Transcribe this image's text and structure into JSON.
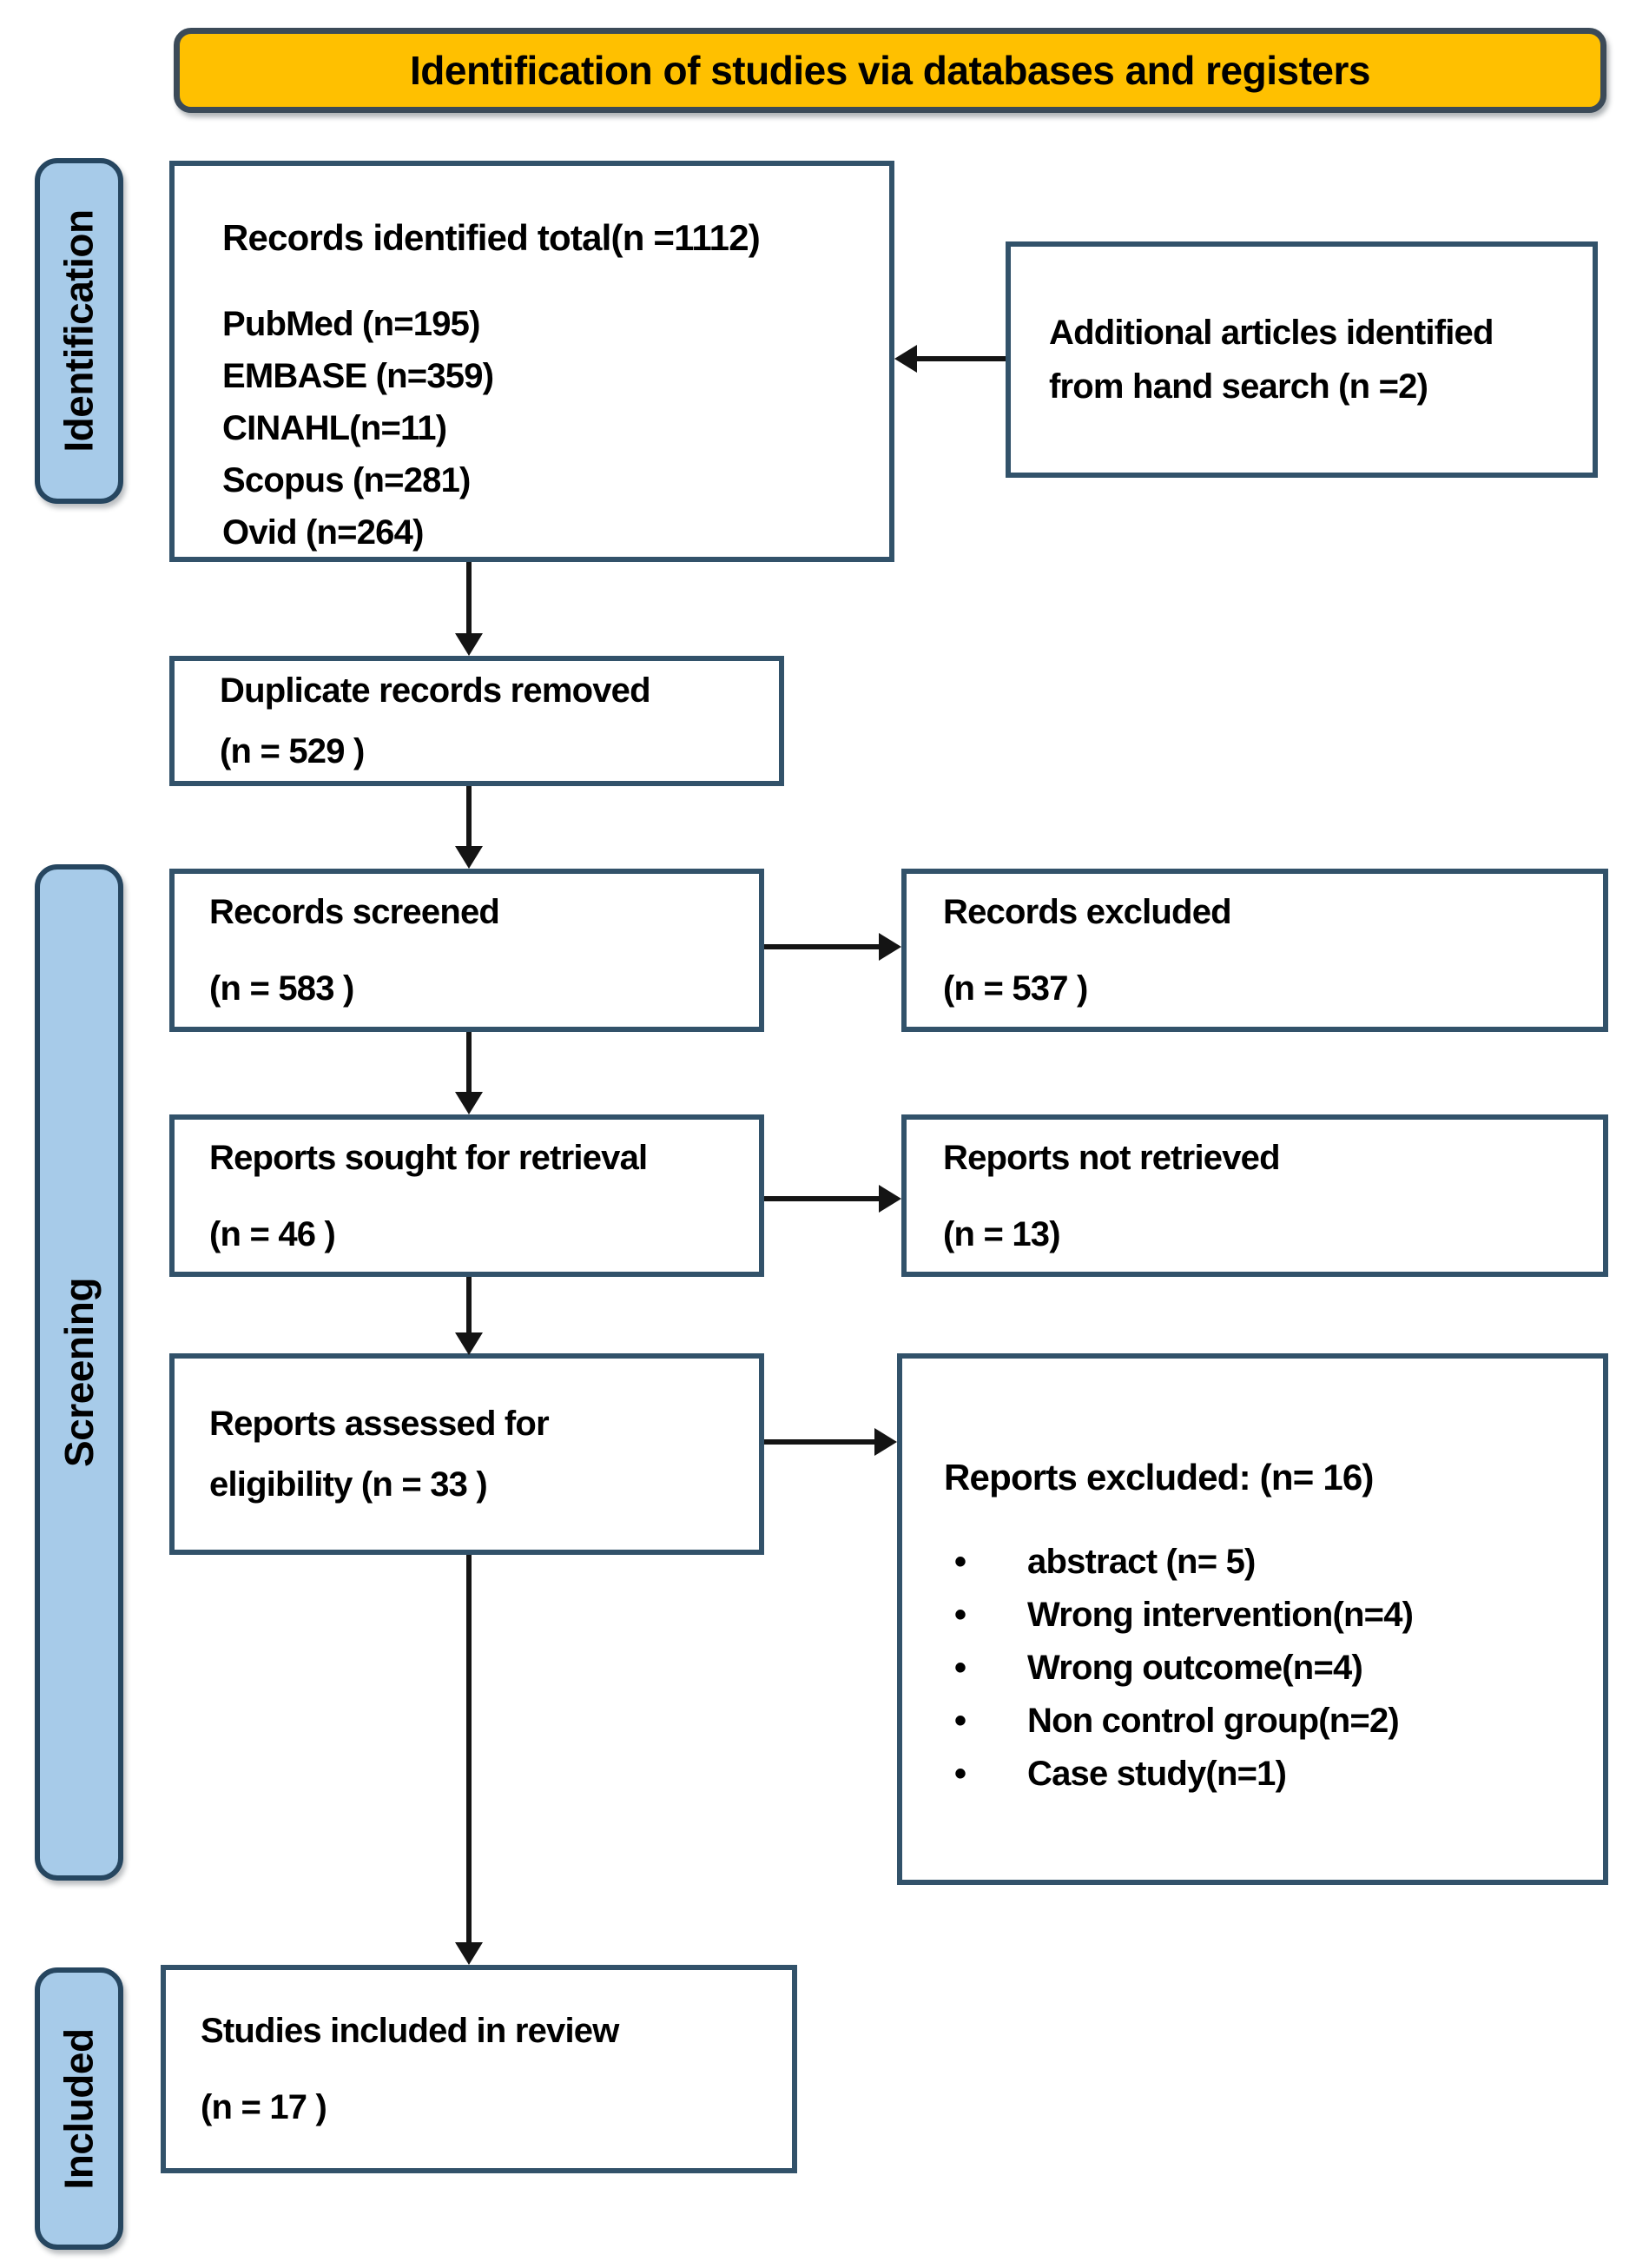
{
  "header": {
    "title": "Identification of studies via databases and registers"
  },
  "sidebar": {
    "stages": [
      {
        "label": "Identification"
      },
      {
        "label": "Screening"
      },
      {
        "label": "Included"
      }
    ]
  },
  "boxes": {
    "records_identified": {
      "title": "Records identified total(n =1112)",
      "sources": [
        "PubMed (n=195)",
        "EMBASE (n=359)",
        "CINAHL(n=11)",
        "Scopus (n=281)",
        "Ovid (n=264)"
      ]
    },
    "additional_articles": {
      "line1": "Additional articles identified",
      "line2": "from hand search (n =2)"
    },
    "duplicates_removed": {
      "line1": "Duplicate records removed",
      "line2": "(n = 529 )"
    },
    "records_screened": {
      "line1": "Records screened",
      "line2": "(n = 583 )"
    },
    "records_excluded": {
      "line1": "Records excluded",
      "line2": "(n = 537 )"
    },
    "reports_sought": {
      "line1": "Reports sought for retrieval",
      "line2": "(n = 46 )"
    },
    "reports_not_retrieved": {
      "line1": "Reports not retrieved",
      "line2": "(n = 13)"
    },
    "reports_assessed": {
      "line1": "Reports assessed for",
      "line2": "eligibility (n = 33 )"
    },
    "reports_excluded_detail": {
      "title": "Reports excluded: (n= 16)",
      "reasons": [
        "abstract (n= 5)",
        "Wrong intervention(n=4)",
        "Wrong outcome(n=4)",
        "Non control group(n=2)",
        "Case study(n=1)"
      ]
    },
    "studies_included": {
      "line1": "Studies included in review",
      "line2": "(n = 17 )"
    }
  },
  "colors": {
    "header_fill": "#FFC000",
    "header_border": "#3B4A58",
    "stage_fill": "#A7CBE9",
    "stage_border": "#264660",
    "box_border": "#32526A",
    "arrow": "#141414",
    "text": "#000000"
  }
}
